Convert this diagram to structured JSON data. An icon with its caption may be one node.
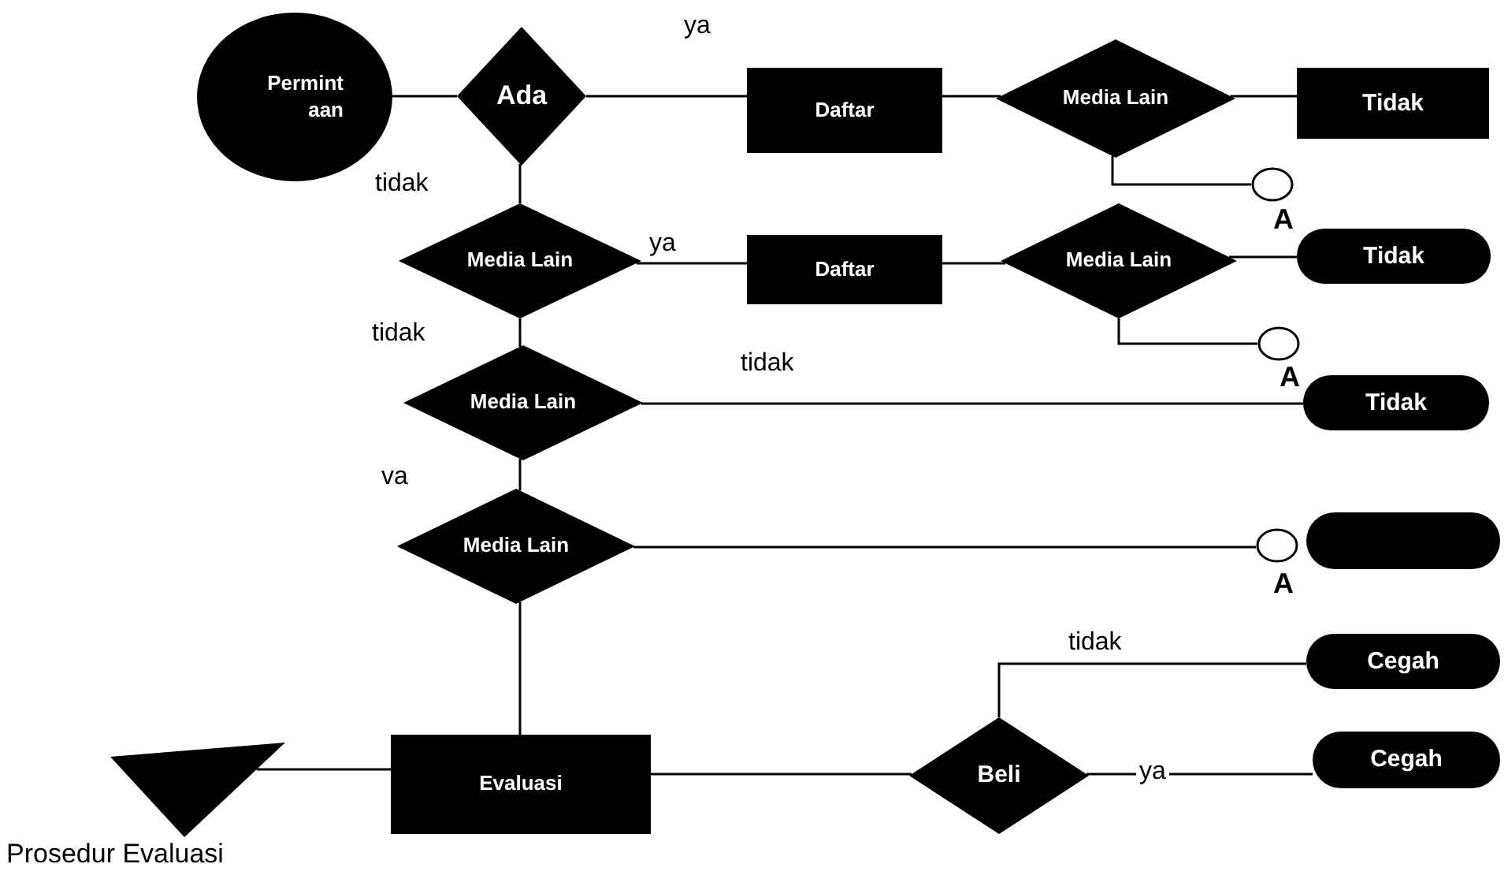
{
  "diagram": {
    "nodes": [
      {
        "text": [
          "Permint aan"
        ]
      },
      {
        "text": [
          "Ada"
        ]
      },
      {
        "text": [
          "Daftar"
        ]
      },
      {
        "text": [
          "Media Lain"
        ]
      },
      {
        "text": [
          "Tidak"
        ]
      },
      {
        "text": [],
        "shape": "circle"
      },
      {
        "text": [
          "Media Lain"
        ]
      },
      {
        "text": [
          "Daftar"
        ]
      },
      {
        "text": [
          "Media Lain"
        ]
      },
      {
        "text": [
          "Tidak"
        ]
      },
      {
        "text": [],
        "shape": "circle"
      },
      {
        "text": [
          "Media Lain"
        ]
      },
      {
        "text": [
          "Tidak"
        ]
      },
      {
        "text": [
          "Media Lain"
        ]
      },
      {
        "text": [],
        "shape": "circle"
      },
      {
        "text": [],
        "shape": "box"
      },
      {
        "text": [
          "Cegah"
        ]
      },
      {
        "text": [
          "Evaluasi"
        ]
      },
      {
        "text": [
          "Beli"
        ]
      },
      {
        "text": [
          "Cegah"
        ]
      },
      {
        "text": [
          "Prosedur Evaluasi"
        ]
      }
    ],
    "edges": [
      {
        "from": 0,
        "to": 1,
        "arrow": "none"
      },
      {
        "from": 1,
        "to": 2,
        "arrow": "none",
        "label": "ya"
      },
      {
        "from": 2,
        "to": 3,
        "arrow": "none"
      },
      {
        "from": 3,
        "to": 4,
        "arrow": "none"
      },
      {
        "from": 3,
        "to": 5,
        "arrow": "none"
      },
      {
        "from": 1,
        "to": 6,
        "arrow": "none",
        "label": "tidak"
      },
      {
        "from": 6,
        "to": 7,
        "arrow": "none",
        "label": "ya"
      },
      {
        "from": 7,
        "to": 8,
        "arrow": "none"
      },
      {
        "from": 8,
        "to": 9,
        "arrow": "none"
      },
      {
        "from": 8,
        "to": 10,
        "arrow": "none"
      },
      {
        "from": 6,
        "to": 11,
        "arrow": "none",
        "label": "tidak"
      },
      {
        "from": 11,
        "to": 12,
        "arrow": "none",
        "label": "tidak"
      },
      {
        "from": 11,
        "to": 13,
        "arrow": "none",
        "label": "va"
      },
      {
        "from": 13,
        "to": 14,
        "arrow": "none"
      },
      {
        "from": 13,
        "to": 17,
        "arrow": "none"
      },
      {
        "from": 17,
        "to": 20,
        "arrow": "none"
      },
      {
        "from": 17,
        "to": 18,
        "arrow": "none"
      },
      {
        "from": 18,
        "to": 16,
        "arrow": "none",
        "label": "tidak"
      },
      {
        "from": 18,
        "to": 19,
        "arrow": "none",
        "label": "ya"
      }
    ],
    "labels": [
      "A",
      "A",
      "A"
    ]
  }
}
